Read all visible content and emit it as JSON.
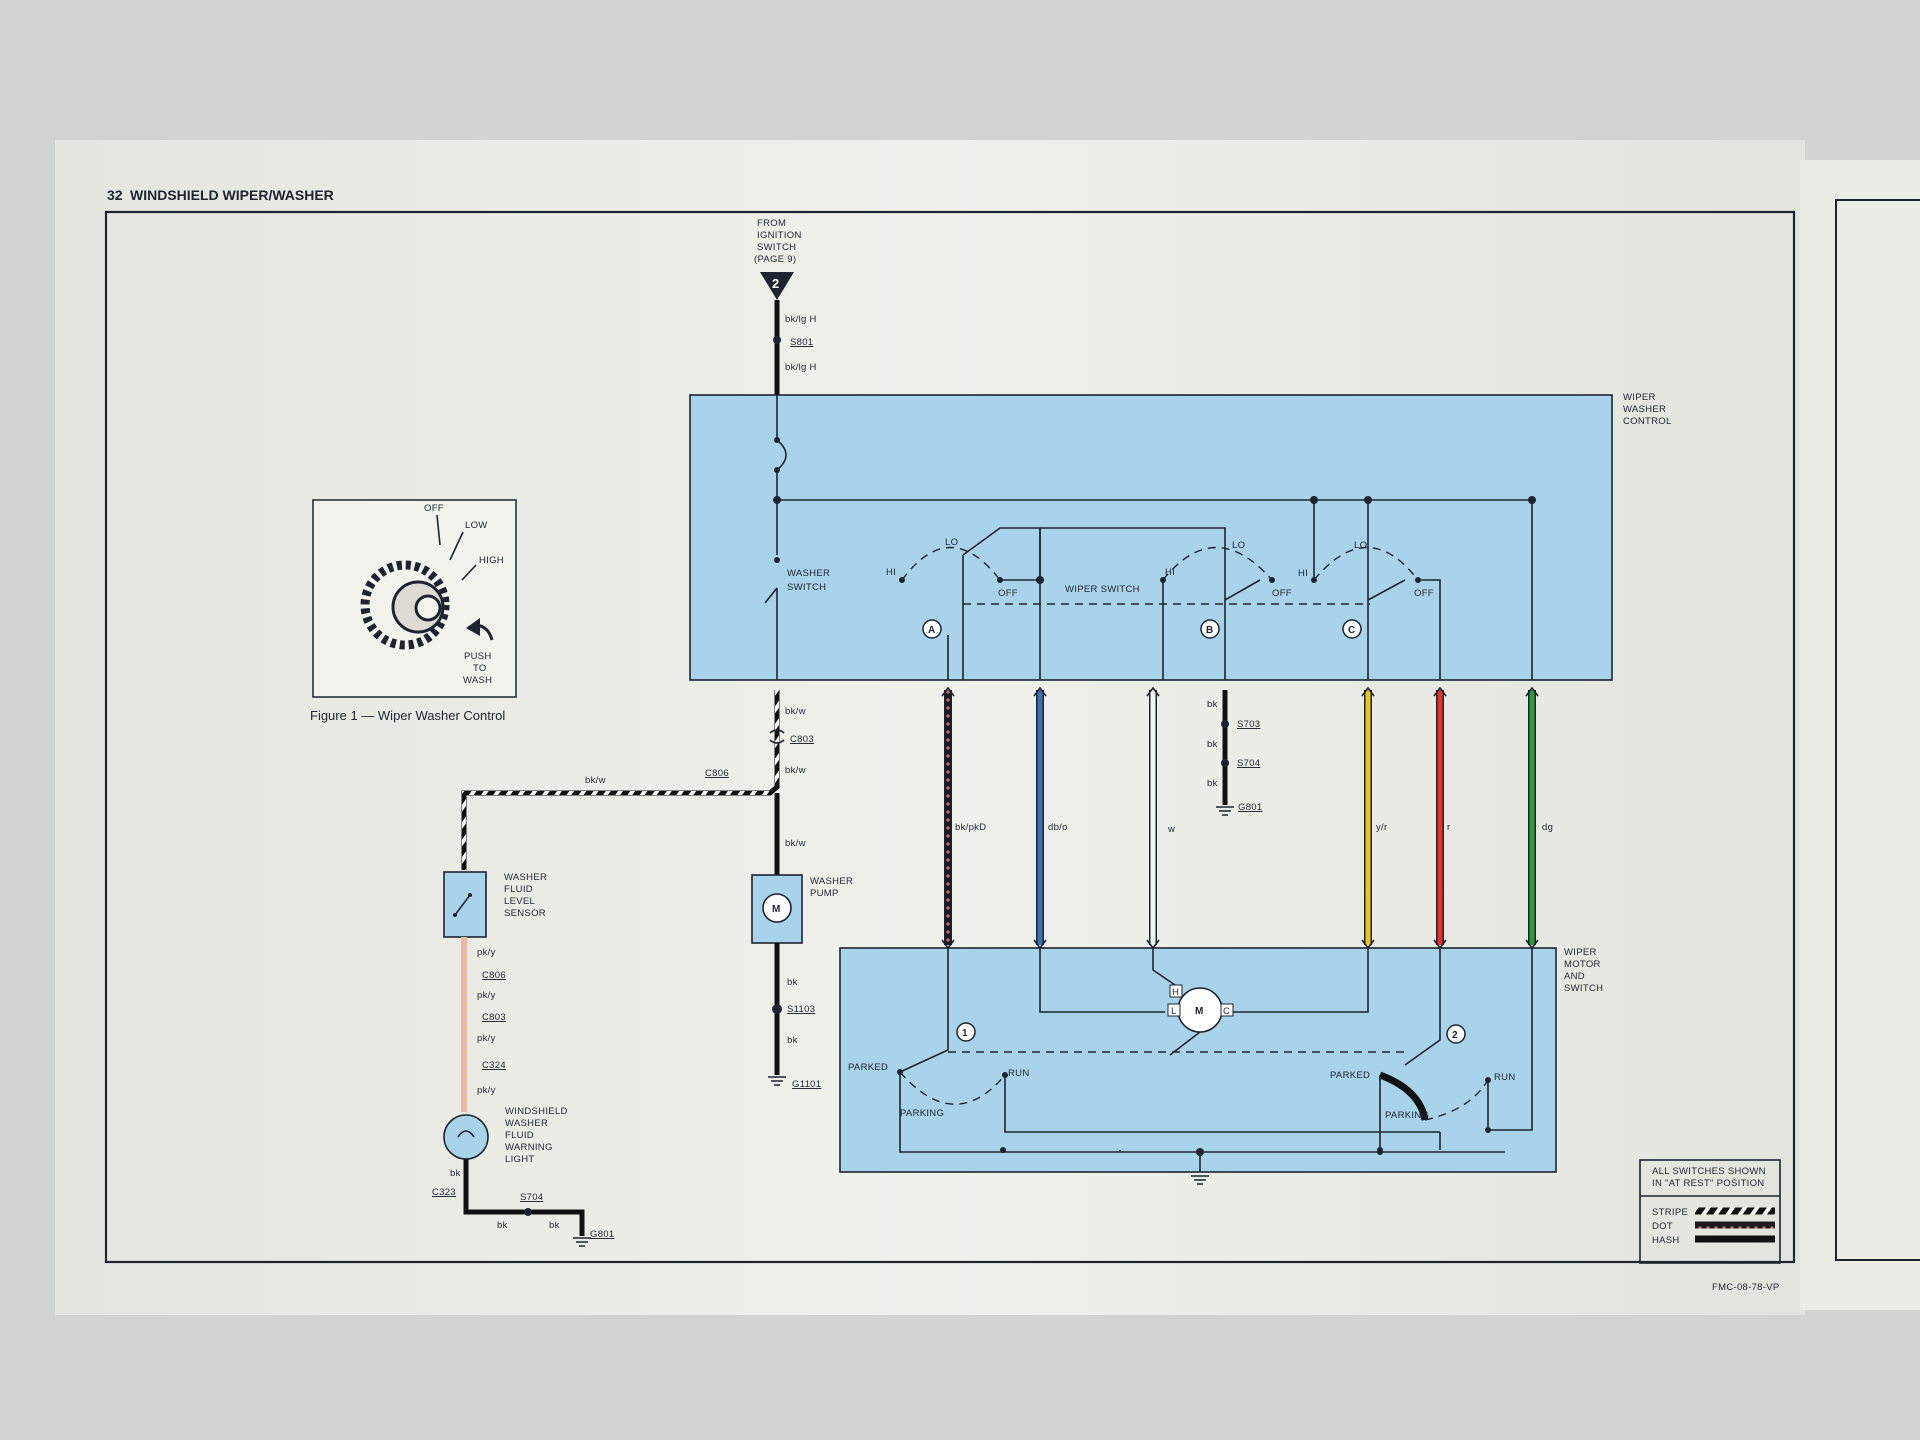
{
  "header": {
    "page_number": "32",
    "section_title": "WINDSHIELD WIPER/WASHER"
  },
  "source": {
    "line1": "FROM",
    "line2": "IGNITION",
    "line3": "SWITCH",
    "line4": "(PAGE 9)",
    "terminal": "2"
  },
  "top_wires": {
    "wire1": "bk/lg H",
    "splice": "S801",
    "wire2": "bk/lg H"
  },
  "control_box": {
    "label1": "WIPER",
    "label2": "WASHER",
    "label3": "CONTROL",
    "washer_switch1": "WASHER",
    "washer_switch2": "SWITCH",
    "wiper_switch": "WIPER SWITCH",
    "hi": "HI",
    "lo": "LO",
    "off": "OFF",
    "sw_a": "A",
    "sw_b": "B",
    "sw_c": "C"
  },
  "inset": {
    "off": "OFF",
    "low": "LOW",
    "high": "HIGH",
    "push1": "PUSH",
    "push2": "TO",
    "push3": "WASH",
    "caption": "Figure 1 — Wiper Washer Control"
  },
  "left_circuit": {
    "w1": "bk/w",
    "c803": "C803",
    "w2": "bk/w",
    "c806": "C806",
    "w3": "bk/w",
    "w4": "bk/w",
    "pump1": "WASHER",
    "pump2": "PUMP",
    "pump_motor": "M",
    "w5": "bk",
    "s1103": "S1103",
    "w6": "bk",
    "g1101": "G1101",
    "sensor1": "WASHER",
    "sensor2": "FLUID",
    "sensor3": "LEVEL",
    "sensor4": "SENSOR",
    "py1": "pk/y",
    "c806b": "C806",
    "py2": "pk/y",
    "c803b": "C803",
    "py3": "pk/y",
    "c324": "C324",
    "py4": "pk/y",
    "light1": "WINDSHIELD",
    "light2": "WASHER",
    "light3": "FLUID",
    "light4": "WARNING",
    "light5": "LIGHT",
    "bk1": "bk",
    "c323": "C323",
    "s704": "S704",
    "bk2": "bk",
    "bk3": "bk",
    "g801": "G801"
  },
  "harness": {
    "bkpkd": "bk/pkD",
    "dbo": "db/o",
    "w": "w",
    "bk1": "bk",
    "s703": "S703",
    "bk2": "bk",
    "s704": "S704",
    "bk3": "bk",
    "g801": "G801",
    "yr": "y/r",
    "r": "r",
    "dg": "dg"
  },
  "wire_colors": {
    "bk_pk": "#7a1f2b",
    "db_o": "#3f6fb0",
    "w": "#f5f5f0",
    "y_r": "#e8c81e",
    "r": "#e2352a",
    "dg": "#2f9a3a"
  },
  "motor_box": {
    "label1": "WIPER",
    "label2": "MOTOR",
    "label3": "AND",
    "label4": "SWITCH",
    "motor": "M",
    "h": "H",
    "l": "L",
    "c": "C",
    "sw1": "1",
    "sw2": "2",
    "parked": "PARKED",
    "run": "RUN",
    "parking": "PARKING"
  },
  "legend": {
    "note1": "ALL SWITCHES SHOWN",
    "note2": "IN \"AT REST\" POSITION",
    "stripe": "STRIPE",
    "dot": "DOT",
    "hash": "HASH"
  },
  "footer": {
    "code": "FMC-08-78-VP"
  },
  "colors": {
    "box_fill": "#a9d3ea",
    "paper": "#eeeee8"
  }
}
